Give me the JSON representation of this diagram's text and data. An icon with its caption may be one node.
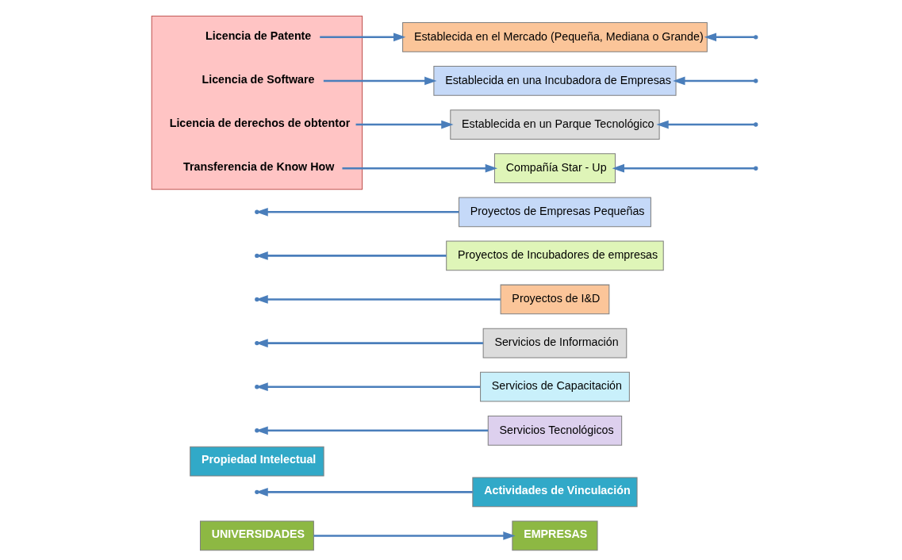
{
  "diagram": {
    "nodes": [
      {
        "text": [
          "UNIVERSIDADES"
        ]
      },
      {
        "text": [
          "EMPRESAS"
        ]
      },
      {
        "text": [
          "Actividades de Vinculación"
        ]
      },
      {
        "text": [
          "Propiedad Intelectual"
        ]
      },
      {
        "text": [
          "Servicios Tecnológicos"
        ]
      },
      {
        "text": [
          "Servicios de Capacitación"
        ]
      },
      {
        "text": [
          "Servicios de Información"
        ]
      },
      {
        "text": [
          "Proyectos de I&D"
        ]
      },
      {
        "text": [
          "Proyectos de Incubadores de empresas"
        ]
      },
      {
        "text": [
          "Proyectos de Empresas Pequeñas"
        ]
      },
      {
        "text": [],
        "shape": "box"
      },
      {
        "text": [
          "Licencia de Patente"
        ],
        "in": 10
      },
      {
        "text": [
          "Licencia de Software"
        ],
        "in": 10
      },
      {
        "text": [
          "Licencia de derechos de obtentor"
        ],
        "in": 10
      },
      {
        "text": [
          "Transferencia de Know How"
        ],
        "in": 10
      },
      {
        "text": [
          "Establecida en el Mercado (Pequeña, Mediana o Grande)"
        ]
      },
      {
        "text": [
          "Establecida en una Incubadora de Empresas"
        ]
      },
      {
        "text": [
          "Establecida en un Parque Tecnológico"
        ]
      },
      {
        "text": [
          "Compañía Star - Up"
        ]
      }
    ],
    "edges": [
      {
        "from": 0,
        "to": 1,
        "arrow": "to"
      },
      {
        "from": 2,
        "to": null,
        "arrow": "to"
      },
      {
        "from": 4,
        "to": null,
        "arrow": "to"
      },
      {
        "from": 5,
        "to": null,
        "arrow": "to"
      },
      {
        "from": 6,
        "to": null,
        "arrow": "to"
      },
      {
        "from": 7,
        "to": null,
        "arrow": "to"
      },
      {
        "from": 8,
        "to": null,
        "arrow": "to"
      },
      {
        "from": 9,
        "to": null,
        "arrow": "to"
      },
      {
        "from": 11,
        "to": 15,
        "arrow": "to"
      },
      {
        "from": 12,
        "to": 16,
        "arrow": "to"
      },
      {
        "from": 13,
        "to": 17,
        "arrow": "to"
      },
      {
        "from": 14,
        "to": 18,
        "arrow": "to"
      },
      {
        "from": null,
        "to": 15,
        "arrow": "to"
      },
      {
        "from": null,
        "to": 16,
        "arrow": "to"
      },
      {
        "from": null,
        "to": 17,
        "arrow": "to"
      },
      {
        "from": null,
        "to": 18,
        "arrow": "to"
      }
    ]
  }
}
